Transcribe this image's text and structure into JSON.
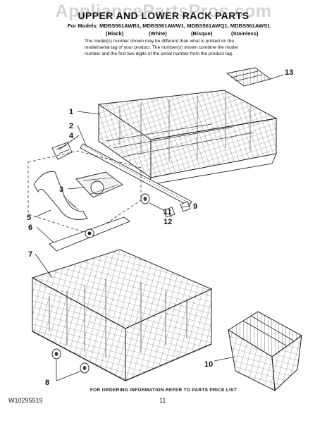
{
  "watermark": "AppliancePartsPros.com",
  "title": "UPPER AND LOWER RACK PARTS",
  "models_line": "For Models: MDBS561AWB1, MDBS561AWW1, MDBS561AWQ1, MDBS561AWS1",
  "color_labels": [
    "(Black)",
    "(White)",
    "(Bisque)",
    "(Stainless)"
  ],
  "note_lines": [
    "The model(s) number shown may be different than what is printed on the",
    "model/serial tag of your product. The number(s) shown combine the model",
    "number and the first two digits of the serial number from the product tag."
  ],
  "callouts": [
    "1",
    "2",
    "3",
    "4",
    "5",
    "6",
    "7",
    "8",
    "9",
    "10",
    "11",
    "12",
    "13"
  ],
  "footer": "FOR ORDERING INFORMATION REFER TO PARTS PRICE LIST",
  "doc_number": "W10295519",
  "page_number": "11"
}
